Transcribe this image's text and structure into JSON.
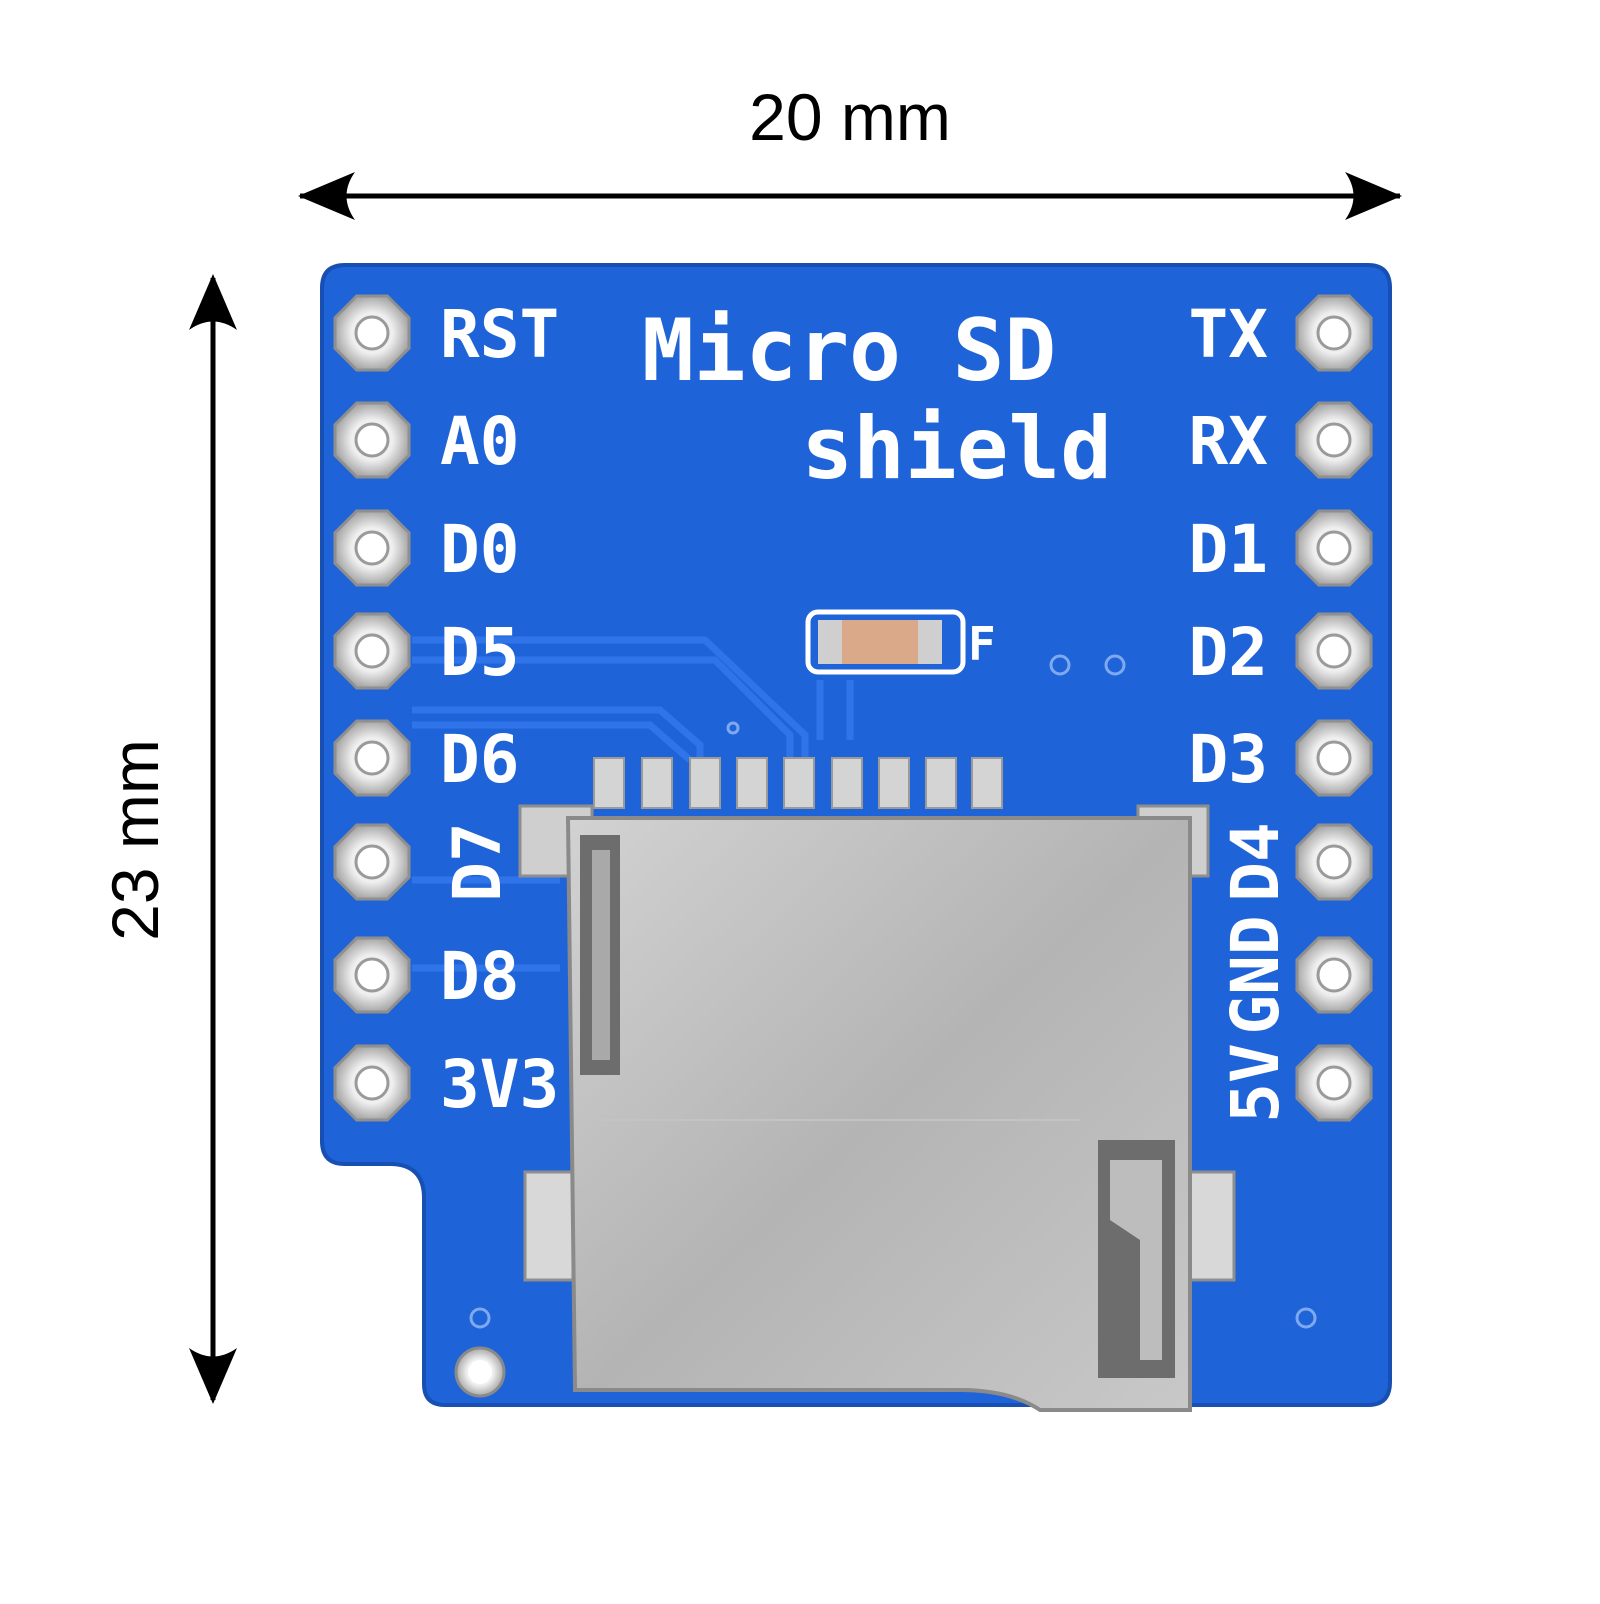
{
  "dimensions": {
    "width_label": "20 mm",
    "height_label": "23 mm"
  },
  "board": {
    "title_line1": "Micro SD",
    "title_line2": "shield",
    "left_pins": [
      "RST",
      "A0",
      "D0",
      "D5",
      "D6",
      "D7",
      "D8",
      "3V3"
    ],
    "right_pins": [
      "TX",
      "RX",
      "D1",
      "D2",
      "D3",
      "D4",
      "GND",
      "5V"
    ],
    "colors": {
      "pcb": "#1f63d8",
      "pcb_dark": "#174fb3",
      "silkscreen": "#ffffff",
      "pad": "#c9c9c9",
      "sd_slot": "#b9b9b9"
    }
  }
}
